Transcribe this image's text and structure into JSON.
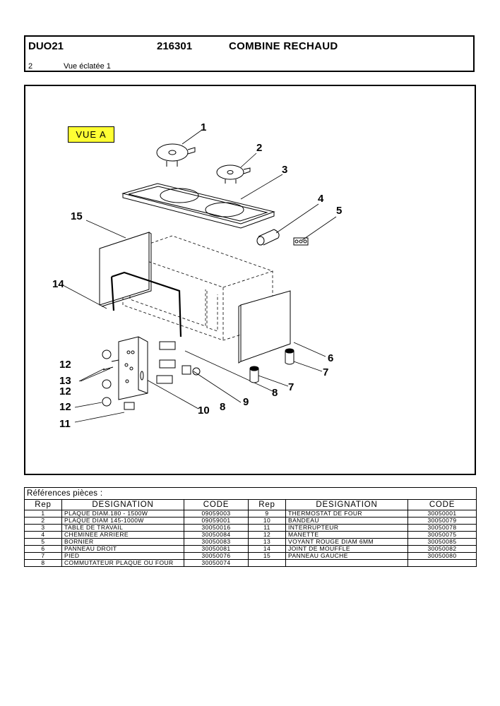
{
  "header": {
    "model": "DUO21",
    "reference": "216301",
    "title": "COMBINE RECHAUD",
    "page_number": "2",
    "view_label": "Vue éclatée 1"
  },
  "drawing": {
    "view_tag": "VUE A",
    "callouts": [
      "1",
      "2",
      "3",
      "4",
      "5",
      "15",
      "14",
      "6",
      "7",
      "12",
      "13",
      "12",
      "12",
      "11",
      "7",
      "8",
      "9",
      "10",
      "8"
    ]
  },
  "parts": {
    "caption": "Références pièces  :",
    "columns": [
      "Rep",
      "DESIGNATION",
      "CODE",
      "Rep",
      "DESIGNATION",
      "CODE"
    ],
    "rows": [
      [
        "1",
        "PLAQUE DIAM.180 - 1500W",
        "09059003",
        "9",
        "THERMOSTAT DE FOUR",
        "30050001"
      ],
      [
        "2",
        "PLAQUE DIAM 145-1000W",
        "09059001",
        "10",
        "BANDEAU",
        "30050079"
      ],
      [
        "3",
        "TABLE DE TRAVAIL",
        "30050016",
        "11",
        "INTERRUPTEUR",
        "30050078"
      ],
      [
        "4",
        "CHEMINEE ARRIERE",
        "30050084",
        "12",
        "MANETTE",
        "30050075"
      ],
      [
        "5",
        "BORNIER",
        "30050083",
        "13",
        "VOYANT ROUGE DIAM 6MM",
        "30050085"
      ],
      [
        "6",
        "PANNEAU DROIT",
        "30050081",
        "14",
        "JOINT DE MOUFFLE",
        "30050082"
      ],
      [
        "7",
        "PIED",
        "30050076",
        "15",
        "PANNEAU GAUCHE",
        "30050080"
      ],
      [
        "8",
        "COMMUTATEUR PLAQUE OU FOUR",
        "30050074",
        "",
        "",
        ""
      ]
    ]
  },
  "colors": {
    "view_tag_bg": "#ffff33",
    "ink": "#000000"
  }
}
